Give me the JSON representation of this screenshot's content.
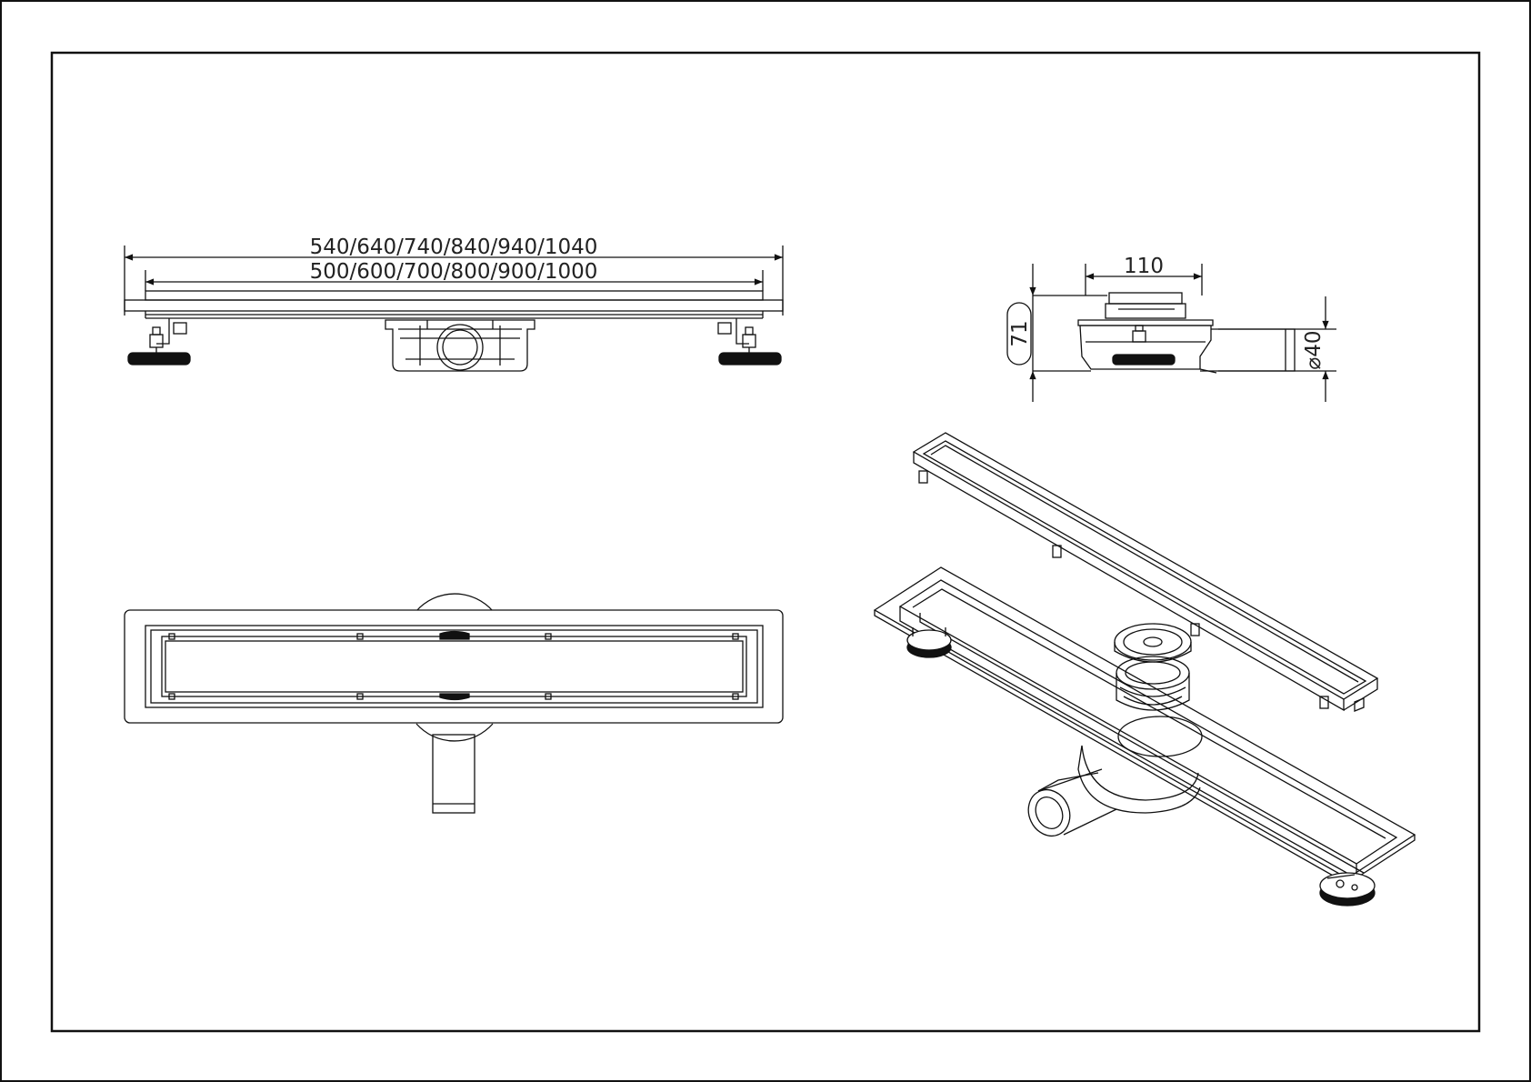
{
  "dimensions": {
    "overall_length": "540/640/740/840/940/1040",
    "channel_length": "500/600/700/800/900/1000",
    "width": "110",
    "height": "71",
    "outlet_diameter": "⌀40"
  },
  "colors": {
    "line": "#111111",
    "frame": "#111111",
    "background": "#ffffff"
  }
}
